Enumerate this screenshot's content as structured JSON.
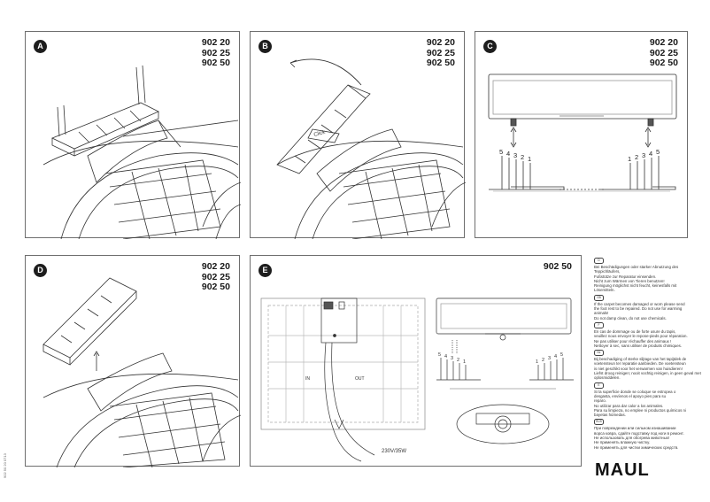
{
  "panels": [
    {
      "letter": "A",
      "codes": [
        "902 20",
        "902 25",
        "902 50"
      ]
    },
    {
      "letter": "B",
      "codes": [
        "902 20",
        "902 25",
        "902 50"
      ]
    },
    {
      "letter": "C",
      "codes": [
        "902 20",
        "902 25",
        "902 50"
      ]
    },
    {
      "letter": "D",
      "codes": [
        "902 20",
        "902 25",
        "902 50"
      ]
    },
    {
      "letter": "E",
      "codes": [
        "902 50"
      ]
    }
  ],
  "panel_c": {
    "left_numbers": [
      "5",
      "4",
      "3",
      "2",
      "1"
    ],
    "right_numbers": [
      "1",
      "2",
      "3",
      "4",
      "5"
    ]
  },
  "panel_e": {
    "in_label": "IN",
    "out_label": "OUT",
    "power_label": "230V/35W",
    "left_numbers": [
      "5",
      "4",
      "3",
      "2",
      "1"
    ],
    "right_numbers": [
      "1",
      "2",
      "3",
      "4",
      "5"
    ]
  },
  "warnings": [
    {
      "tag": "D",
      "lines": [
        "Bei Beschädigungen oder starker Abnutzung des",
        "Teppichläufers,",
        "Fußstütze zur Reparatur einsenden.",
        "Nicht zum Wärmen von Tieren benutzen!",
        "Reinigung möglichst nicht feucht, keinesfalls mit",
        "Lösemitteln."
      ]
    },
    {
      "tag": "GB",
      "lines": [
        "If the carpet becomes damaged or worn please send",
        "the foot rest to be repaired. Do not use for warming",
        "animals!",
        "Do not damp clean, do not use chemicals."
      ]
    },
    {
      "tag": "F",
      "lines": [
        "En cas de dommage ou de forte usure du tapis,",
        "veuillez nous envoyer le repose-pieds pour réparation.",
        "Ne pas utiliser pour réchauffer des animaux !",
        "Nettoyer à sec, sans utiliser de produits chimiques."
      ]
    },
    {
      "tag": "NL",
      "lines": [
        "Bij beschadiging of sterke slijtage van het tapijtdek de",
        "voetensteun ter reparatie aanbieden. De voetensteun",
        "is niet geschikt voor het verwarmen van huisdieren!",
        "Liefst droog reinigen; nooit vochtig reinigen, in geen geval met",
        "oplosmiddelen."
      ]
    },
    {
      "tag": "E",
      "lines": [
        "Si la superficie donde se coloque se estropea o",
        "desgasta, envíenos el apoyo pies para su",
        "reparo.",
        "No utilizar para dar calor a los animales.",
        "Para su limpieza, no emplee ni productos químicos ni",
        "bayetas húmedas."
      ]
    },
    {
      "tag": "RUS",
      "lines": [
        "При повреждении или сильном изнашивании",
        "ворса ковра, сдайте подставку под ноги в ремонт.",
        "Не использовать для обогрева животных!",
        "Не применять влажную чистку.",
        "Не применять для чистки химических средств."
      ]
    }
  ],
  "brand": "MAUL",
  "doc_number": "902 50 20 0713"
}
